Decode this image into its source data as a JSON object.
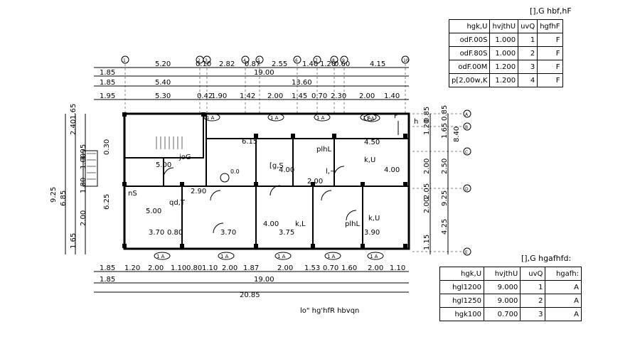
{
  "drawing": {
    "caption": "lo\" hg'hfR hbvqn",
    "grid_bubbles_top": [
      "1",
      "2",
      "3",
      "4",
      "5",
      "6",
      "7",
      "8",
      "9",
      "10"
    ],
    "grid_bubbles_right": [
      "A",
      "B",
      "C",
      "D",
      "E"
    ],
    "top_dim_row1": [
      "5.20",
      "0.10",
      "2.82",
      "0.87",
      "2.55",
      "1.40",
      "1.20",
      "0.60",
      "4.15"
    ],
    "top_dim_row2": [
      "1.85",
      "19.00"
    ],
    "top_dim_row3": [
      "1.85",
      "5.40",
      "13.60"
    ],
    "top_dim_row4": [
      "1.95",
      "5.30",
      "0.42",
      "1.90",
      "1.42",
      "2.00",
      "1.45",
      "0.70",
      "2.30",
      "2.00",
      "1.40"
    ],
    "bottom_dim_row1": [
      "1.85",
      "1.20",
      "2.00",
      "1.10",
      "0.80",
      "1.10",
      "2.00",
      "1.87",
      "2.00",
      "1.53",
      "0.70",
      "1.60",
      "2.00",
      "1.10"
    ],
    "bottom_dim_row2": [
      "1.85",
      "19.00"
    ],
    "bottom_dim_total": "20.85",
    "left_dims": [
      "9.25",
      "6.85",
      "2.40",
      "1.65",
      "1.95",
      "1.00",
      "1.80",
      "2.00",
      "1.65",
      "0.30",
      "6.25"
    ],
    "right_dims": [
      "0.85",
      "1.20",
      "1.65",
      "0.85",
      "2.50",
      "2.00",
      "9.25",
      "2.05",
      "2.00",
      "4.25",
      "1.15",
      "8.40"
    ],
    "room_labels": [
      "nS",
      "qd,T",
      "[g,S",
      "k,U",
      "k,L",
      "plhL",
      "plhL",
      "k,U",
      "l,~",
      "joG"
    ],
    "room_dims": [
      "5.00",
      "5.00",
      "2.90",
      "6.15",
      "4.50",
      "4.00",
      "4.00",
      "4.00",
      "2.00",
      "3.70",
      "3.70",
      "3.75",
      "3.90",
      "0.80"
    ],
    "window_tags": [
      "1 A",
      "1 A",
      "1 A",
      "1 A",
      "1 A",
      "1 A",
      "1 A",
      "1 A",
      "1 A",
      "1 A"
    ],
    "north_label": "F",
    "misc_labels": [
      "h",
      "0.0"
    ]
  },
  "doors_table": {
    "title": "[],G hbf,hF",
    "headers": [
      "hgk,U",
      "hvjthU",
      "uvQ",
      "hgfhF"
    ],
    "rows": [
      [
        "odF.00S",
        "1.000",
        "1",
        "F"
      ],
      [
        "odF.80S",
        "1.000",
        "2",
        "F"
      ],
      [
        "odF.00M",
        "1.200",
        "3",
        "F"
      ],
      [
        "p[2,00w,K",
        "1.200",
        "4",
        "F"
      ]
    ]
  },
  "windows_table": {
    "title": "[],G hgafhfd:",
    "headers": [
      "hgk,U",
      "hvjthU",
      "uvQ",
      "hgafh:"
    ],
    "rows": [
      [
        "hgl1200",
        "9.000",
        "1",
        "A"
      ],
      [
        "hgl1250",
        "9.000",
        "2",
        "A"
      ],
      [
        "hgk100",
        "0.700",
        "3",
        "A"
      ]
    ]
  }
}
